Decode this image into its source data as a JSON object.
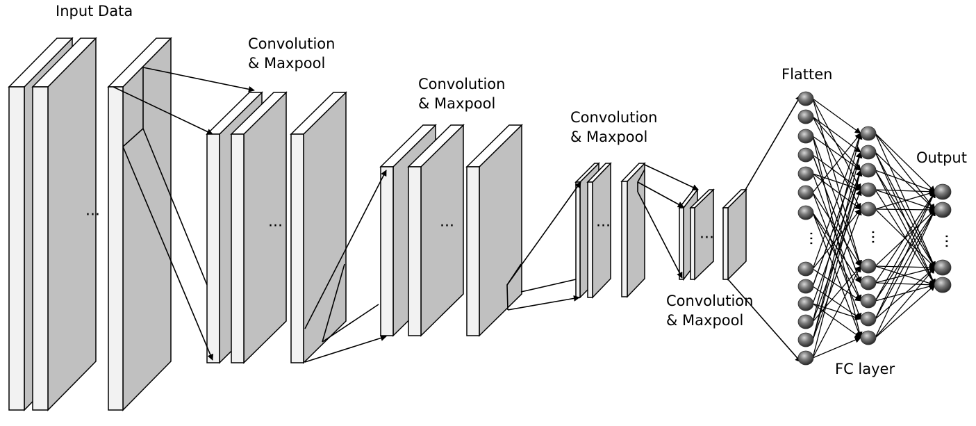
{
  "labels": {
    "input": "Input Data",
    "conv1_line1": "Convolution",
    "conv1_line2": "& Maxpool",
    "conv2_line1": "Convolution",
    "conv2_line2": "& Maxpool",
    "conv3_line1": "Convolution",
    "conv3_line2": "& Maxpool",
    "conv4_line1": "Convolution",
    "conv4_line2": "& Maxpool",
    "flatten": "Flatten",
    "fc": "FC layer",
    "output": "Output"
  },
  "ellipsis": "···",
  "colors": {
    "front_face": "#f2f2f2",
    "side_face": "#c0c0c0",
    "top_face": "#ffffff",
    "node": "#606060",
    "stroke": "#000000"
  }
}
